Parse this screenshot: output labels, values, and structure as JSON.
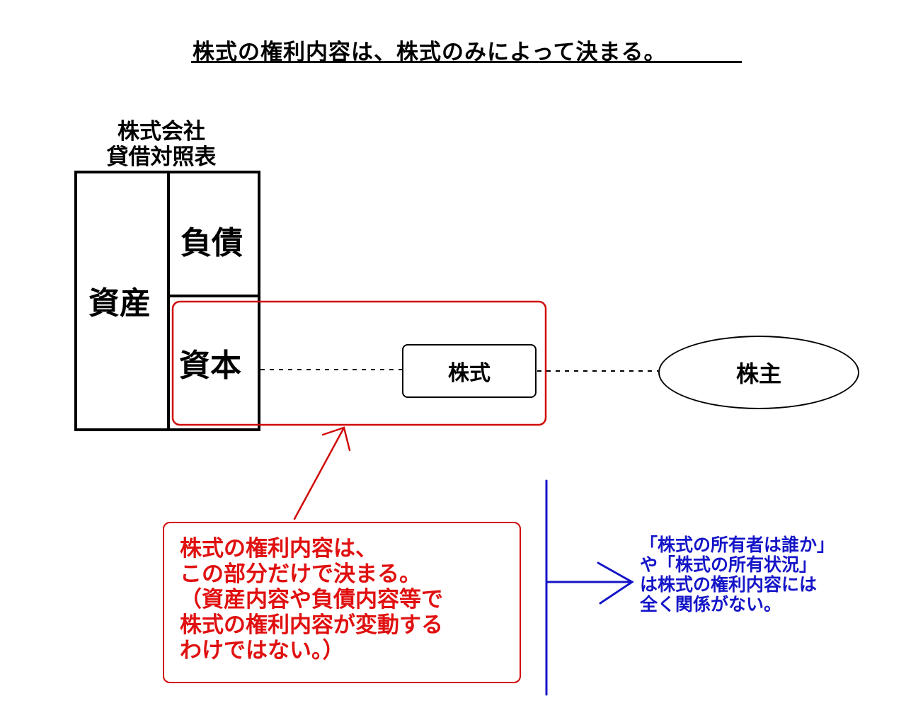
{
  "title": "株式の権利内容は、株式のみによって決まる。",
  "balance_sheet": {
    "caption_line1": "株式会社",
    "caption_line2": "貸借対照表",
    "assets": "資産",
    "liabilities": "負債",
    "capital": "資本"
  },
  "shares_label": "株式",
  "shareholder_label": "株主",
  "red_note": [
    "株式の権利内容は、",
    "この部分だけで決まる。",
    "（資産内容や負債内容等で",
    "株式の権利内容が変動する",
    "わけではない。）"
  ],
  "blue_note": [
    "「株式の所有者は誰か」",
    "や「株式の所有状況」",
    "は株式の権利内容には",
    "全く関係がない。"
  ],
  "colors": {
    "red": "#e01010",
    "blue": "#1515c8",
    "line": "#000000"
  }
}
